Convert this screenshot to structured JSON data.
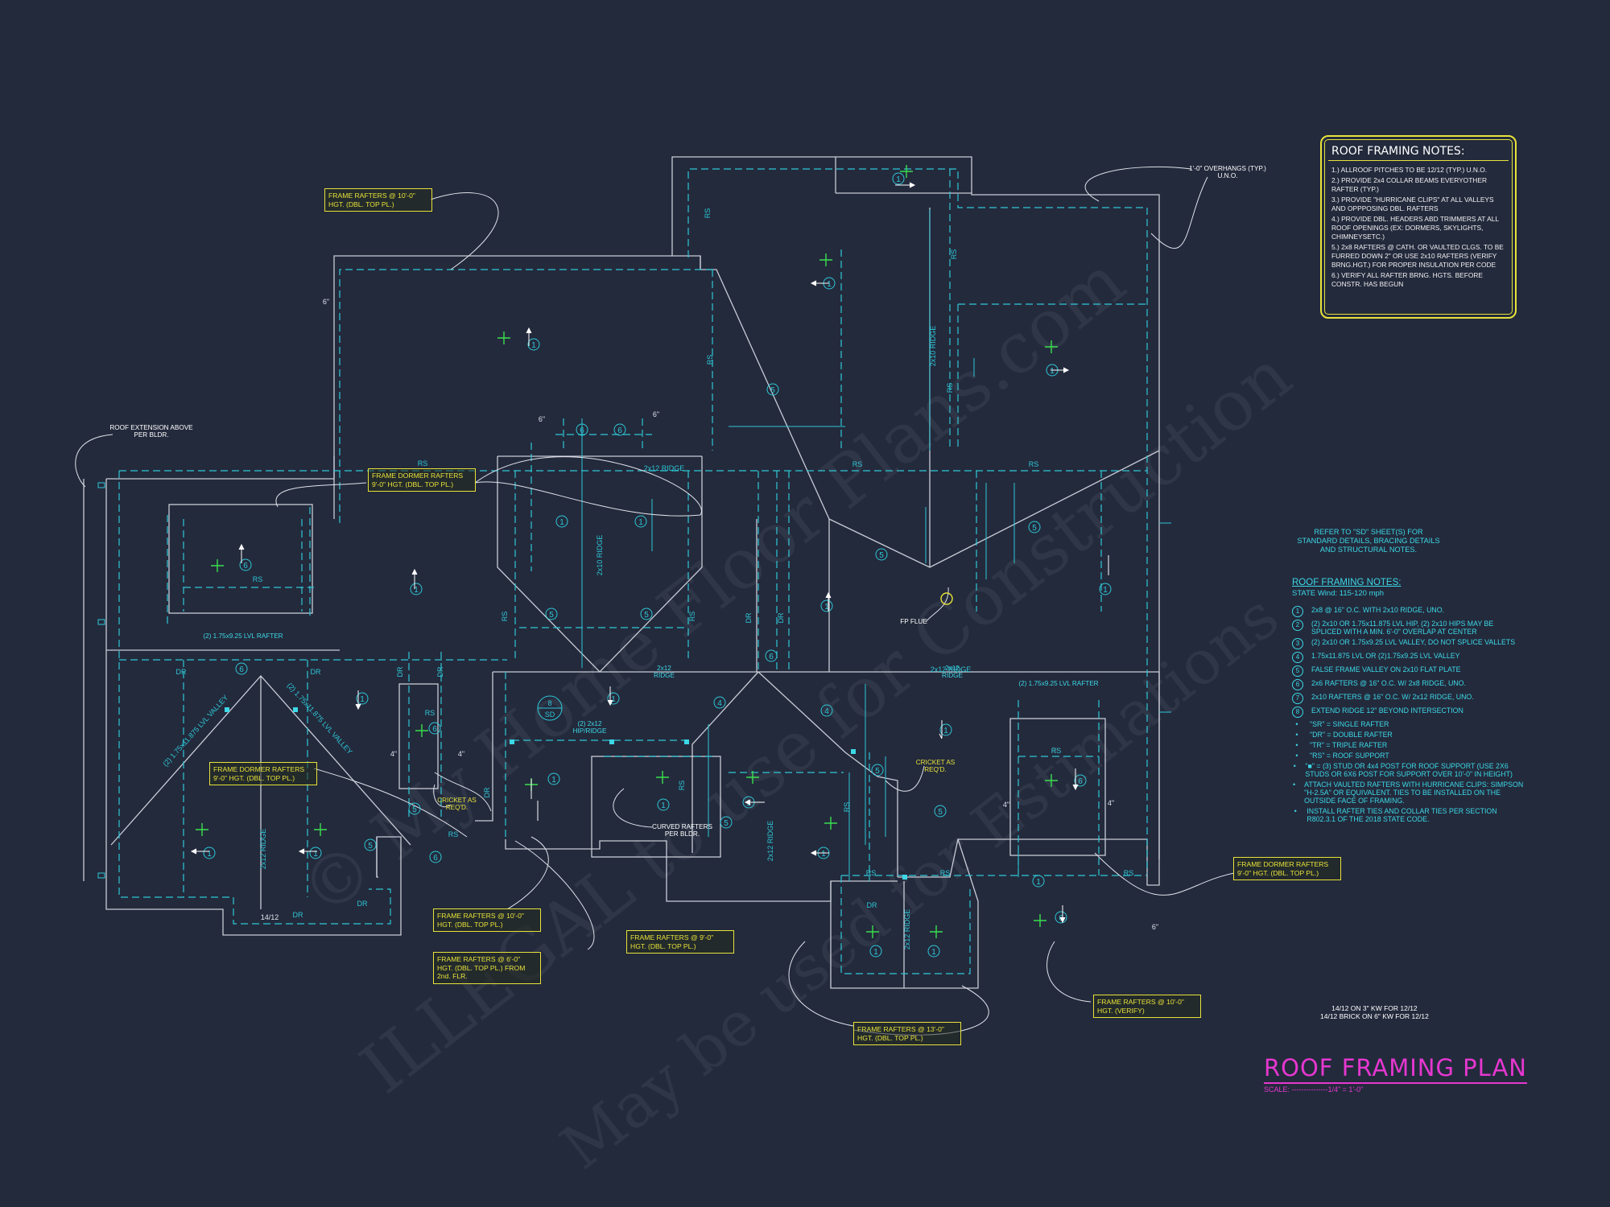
{
  "watermark": {
    "line1": "© My Home Floor Plans.com",
    "line2": "ILLEGAL to use for Construction",
    "line3": "May be used for Estimations"
  },
  "roof_notes": {
    "title": "ROOF FRAMING NOTES:",
    "items": [
      "1.) ALLROOF PITCHES TO BE 12/12 (TYP.) U.N.O.",
      "2.) PROVIDE 2x4 COLLAR BEAMS EVERYOTHER RAFTER (TYP.)",
      "3.) PROVIDE \"HURRICANE CLIPS\" AT ALL VALLEYS AND OPPPOSING DBL. RAFTERS",
      "4.) PROVIDE DBL. HEADERS ABD TRIMMERS AT ALL ROOF OPENINGS (EX: DORMERS, SKYLIGHTS, CHIMNEYSETC.)",
      "5.) 2x8 RAFTERS @ CATH. OR VAULTED CLGS. TO BE FURRED DOWN 2\" OR USE 2x10 RAFTERS (VERIFY BRNG.HGT.) FOR PROPER INSULATION PER CODE",
      "6.) VERIFY ALL RAFTER BRNG. HGTS. BEFORE CONSTR. HAS BEGUN"
    ]
  },
  "refer_note": "REFER TO \"SD\" SHEET(S) FOR STANDARD DETAILS, BRACING DETAILS AND STRUCTURAL NOTES.",
  "legend": {
    "title": "ROOF FRAMING NOTES:",
    "subtitle": "STATE Wind: 115-120 mph",
    "items": [
      {
        "n": "1",
        "text": "2x8 @ 16\" O.C. WITH 2x10 RIDGE, UNO."
      },
      {
        "n": "2",
        "text": "(2) 2x10 OR 1.75x11.875 LVL HIP, (2) 2x10 HIPS MAY BE SPLICED WITH A MIN. 6'-0\" OVERLAP AT CENTER"
      },
      {
        "n": "3",
        "text": "(2) 2x10 OR 1.75x9.25 LVL VALLEY, DO NOT SPLICE VALLETS"
      },
      {
        "n": "4",
        "text": "1.75x11.875 LVL OR (2)1.75x9.25 LVL VALLEY"
      },
      {
        "n": "5",
        "text": "FALSE FRAME VALLEY ON 2x10 FLAT PLATE"
      },
      {
        "n": "6",
        "text": "2x6 RAFTERS @ 16\" O.C. W/ 2x8 RIDGE, UNO."
      },
      {
        "n": "7",
        "text": "2x10 RAFTERS @ 16\" O.C. W/ 2x12 RIDGE, UNO."
      },
      {
        "n": "8",
        "text": "EXTEND RIDGE 12\" BEYOND INTERSECTION"
      }
    ],
    "bullets": [
      "\"SR\" = SINGLE RAFTER",
      "\"DR\" = DOUBLE RAFTER",
      "\"TR\" = TRIPLE RAFTER",
      "\"RS\" = ROOF SUPPORT",
      "\"■\" = (3) STUD OR 4x4 POST FOR ROOF SUPPORT (USE 2X6 STUDS OR 6X6 POST FOR SUPPORT OVER 10'-0\" IN HEIGHT)",
      "ATTACH VAULTED RAFTERS WITH HURRICANE CLIPS: SIMPSON \"H-2.5A\" OR EQUIVALENT. TIES TO BE INSTALLED ON THE OUTSIDE FACE OF FRAMING.",
      "INSTALL RAFTER TIES AND COLLAR TIES PER SECTION R802.3.1 OF THE 2018 STATE CODE."
    ]
  },
  "brick_note": {
    "line1": "14/12 ON 3\" KW FOR 12/12",
    "line2": "14/12 BRICK ON 6\" KW FOR 12/12"
  },
  "title_block": {
    "title": "ROOF FRAMING PLAN",
    "scale": "SCALE: ---------------1/4\" = 1'-0\""
  },
  "callouts": {
    "frame_10_top": "FRAME RAFTERS @ 10'-0\" HGT. (DBL. TOP PL.)",
    "dormer_upper": "FRAME DORMER RAFTERS 9'-0\" HGT. (DBL. TOP PL.)",
    "dormer_left": "FRAME DORMER RAFTERS 9'-0\" HGT. (DBL. TOP PL.)",
    "frame_10_low": "FRAME RAFTERS @ 10'-0\" HGT. (DBL. TOP PL.)",
    "frame_6": "FRAME RAFTERS @ 6'-0\" HGT. (DBL. TOP PL.) FROM 2nd. FLR.",
    "frame_9": "FRAME RAFTERS @ 9'-0\" HGT. (DBL. TOP PL.)",
    "frame_13": "FRAME RAFTERS @ 13'-0\" HGT. (DBL. TOP PL.)",
    "frame_10_verify": "FRAME RAFTERS @ 10'-0\" HGT. (VERIFY)",
    "dormer_right": "FRAME DORMER RAFTERS 9'-0\" HGT. (DBL. TOP PL.)",
    "cricket_left": "CRICKET AS REQ'D.",
    "cricket_right": "CRICKET AS REQ'D."
  },
  "labels": {
    "roof_ext": "ROOF EXTENSION ABOVE PER BLDR.",
    "overhangs": "1'-0\" OVERHANGS (TYP.) U.N.O.",
    "lvl_left": "(2) 1.75x9.25 LVL RAFTER",
    "lvl_right": "(2) 1.75x9.25 LVL RAFTER",
    "hip_ridge": "(2) 2x12 HIP/RIDGE",
    "curved": "CURVED RAFTERS PER BLDR.",
    "fp_flue": "FP FLUE",
    "ridge_2x12_a": "2x12 RIDGE",
    "ridge_2x12_b": "2x12 RIDGE"
  },
  "diagram_text": {
    "rs": "RS",
    "dr": "DR",
    "sd_top": "8",
    "sd_bot": "SD",
    "ridge_2x12": "2x12 RIDGE",
    "ridge_2x10": "2x10 RIDGE",
    "valley_left": "(2) 1.75x11.875 LVL VALLEY",
    "valley_right": "(2) 1.75x11.875 LVL VALLEY",
    "pitch_1412": "14/12",
    "six_in": "6\"",
    "four_in": "4\""
  },
  "colors": {
    "background": "#232a3c",
    "outline": "#c9ccd6",
    "framing": "#2ec7d6",
    "callout": "#e7e23a",
    "title": "#e637d0",
    "pitch_mark": "#3ae04e"
  }
}
